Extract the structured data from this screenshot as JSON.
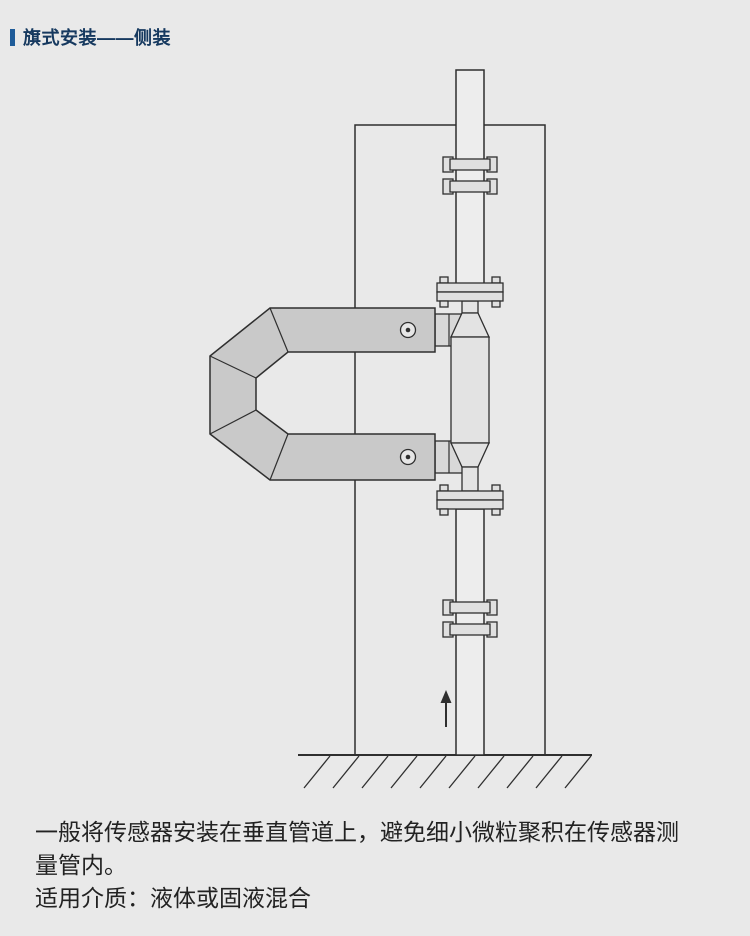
{
  "header": {
    "title": "旗式安装——侧装"
  },
  "diagram": {
    "kind": "installation-schematic",
    "flow_direction_arrow": "↑",
    "flow_direction": "up"
  },
  "footer": {
    "paragraph": "一般将传感器安装在垂直管道上，避免细小微粒聚积在传感器测量管内。",
    "media_line": "适用介质：液体或固液混合"
  },
  "colors": {
    "bg": "#e9e9e9",
    "line": "#2f2f2f",
    "accent": "#1f5c99",
    "title": "#16395f",
    "text": "#222222",
    "sensor-fill": "#c9c9c9",
    "pipe-fill": "#ededed",
    "fitting-fill": "#e0e0e0"
  }
}
